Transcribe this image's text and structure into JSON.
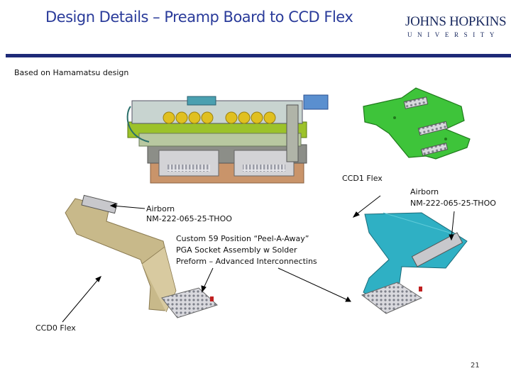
{
  "slide": {
    "title": "Design Details – Preamp Board to CCD Flex",
    "logo": {
      "line1": "JOHNS HOPKINS",
      "line2": "UNIVERSITY"
    },
    "subtitle": "Based on Hamamatsu design",
    "labels": {
      "airborn_left_1": "Airborn",
      "airborn_left_2": "NM-222-065-25-THOO",
      "ccd1_flex": "CCD1 Flex",
      "airborn_right_1": "Airborn",
      "airborn_right_2": "NM-222-065-25-THOO",
      "socket_1": "Custom 59 Position “Peel-A-Away”",
      "socket_2": "PGA Socket Assembly w Solder",
      "socket_3": "Preform – Advanced Interconnectins",
      "ccd0_flex": "CCD0 Flex"
    },
    "page_number": "21",
    "colors": {
      "title": "#2a3b9a",
      "rule": "#1e2a78",
      "green_board": "#3ec43a",
      "tan_flex": "#c8b98a",
      "teal_flex": "#2fb0c4",
      "bronze": "#c9946a"
    }
  }
}
